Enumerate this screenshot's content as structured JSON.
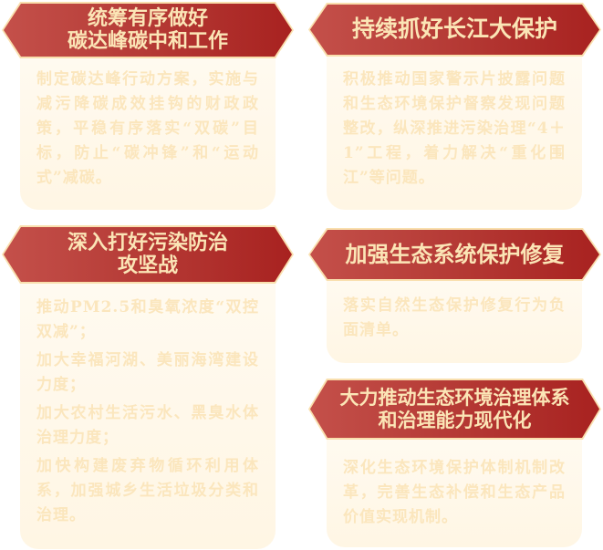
{
  "colors": {
    "banner_red_left": "#c4504a",
    "banner_red_right": "#a82220",
    "banner_border": "#f9dfae",
    "title_text": "#fbe5b6",
    "body_bg": "#fffaf0",
    "body_text": "#fbe6bd"
  },
  "cards": [
    {
      "title_lines": [
        "统筹有序做好",
        "碳达峰碳中和工作"
      ],
      "paragraphs": [
        "制定碳达峰行动方案，实施与减污降碳成效挂钩的财政政策，平稳有序落实“双碳”目标，防止“碳冲锋”和“运动式”减碳。"
      ]
    },
    {
      "title_lines": [
        "持续抓好长江大保护"
      ],
      "paragraphs": [
        "积极推动国家警示片披露问题和生态环境保护督察发现问题整改，纵深推进污染治理“4＋1”工程，着力解决“重化围江”等问题。"
      ]
    },
    {
      "title_lines": [
        "深入打好污染防治",
        "攻坚战"
      ],
      "paragraphs": [
        "推动PM2.5和臭氧浓度“双控双减”；",
        "加大幸福河湖、美丽海湾建设力度；",
        "加大农村生活污水、黑臭水体治理力度；",
        "加快构建废弃物循环利用体系，加强城乡生活垃圾分类和治理。"
      ]
    },
    {
      "title_lines": [
        "加强生态系统保护修复"
      ],
      "paragraphs": [
        "落实自然生态保护修复行为负面清单。"
      ]
    },
    {
      "title_lines": [
        "大力推动生态环境治理体系",
        "和治理能力现代化"
      ],
      "paragraphs": [
        "深化生态环境保护体制机制改革，完善生态补偿和生态产品价值实现机制。"
      ]
    }
  ]
}
